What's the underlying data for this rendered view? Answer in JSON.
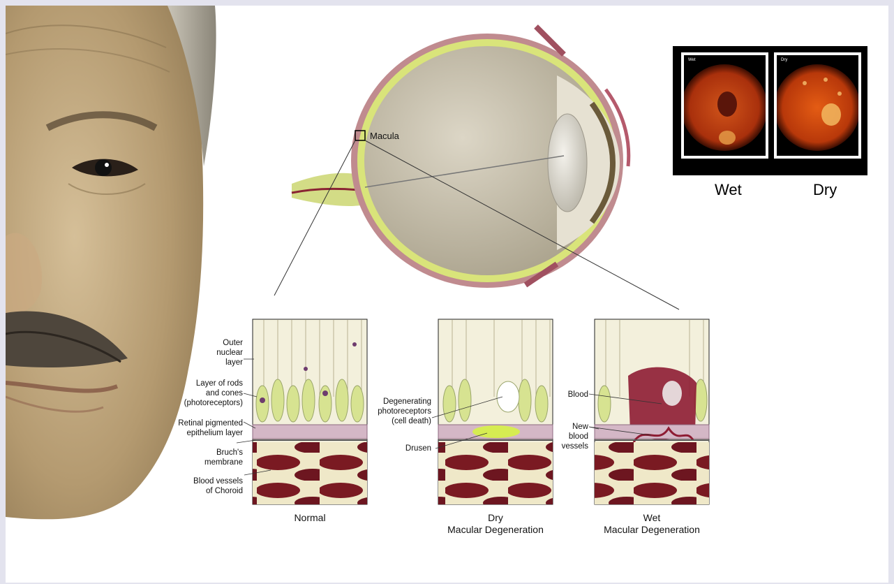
{
  "eye": {
    "macula_label": "Macula"
  },
  "fundus": {
    "wet_caption": "Wet",
    "dry_caption": "Dry",
    "wet_tiny": "Wet",
    "dry_tiny": "Dry"
  },
  "normal_panel": {
    "caption": "Normal",
    "labels": {
      "outer_nuclear": "Outer\nnuclear\nlayer",
      "rods_cones": "Layer of rods\nand cones\n(photoreceptors)",
      "rpe": "Retinal pigmented\nepithelium layer",
      "bruch": "Bruch's\nmembrane",
      "choroid": "Blood vessels\nof Choroid"
    }
  },
  "dry_panel": {
    "caption": "Dry\nMacular Degeneration",
    "labels": {
      "degenerating": "Degenerating\nphotoreceptors\n(cell death)",
      "drusen": "Drusen"
    }
  },
  "wet_panel": {
    "caption": "Wet\nMacular Degeneration",
    "labels": {
      "blood": "Blood",
      "new_vessels": "New\nblood\nvessels"
    }
  },
  "colors": {
    "skin": "#b59b72",
    "choroid": "#7a1a22",
    "retina_green": "#d4e07a",
    "blood": "#8e1c33",
    "fundus_orange": "#c2400e"
  }
}
